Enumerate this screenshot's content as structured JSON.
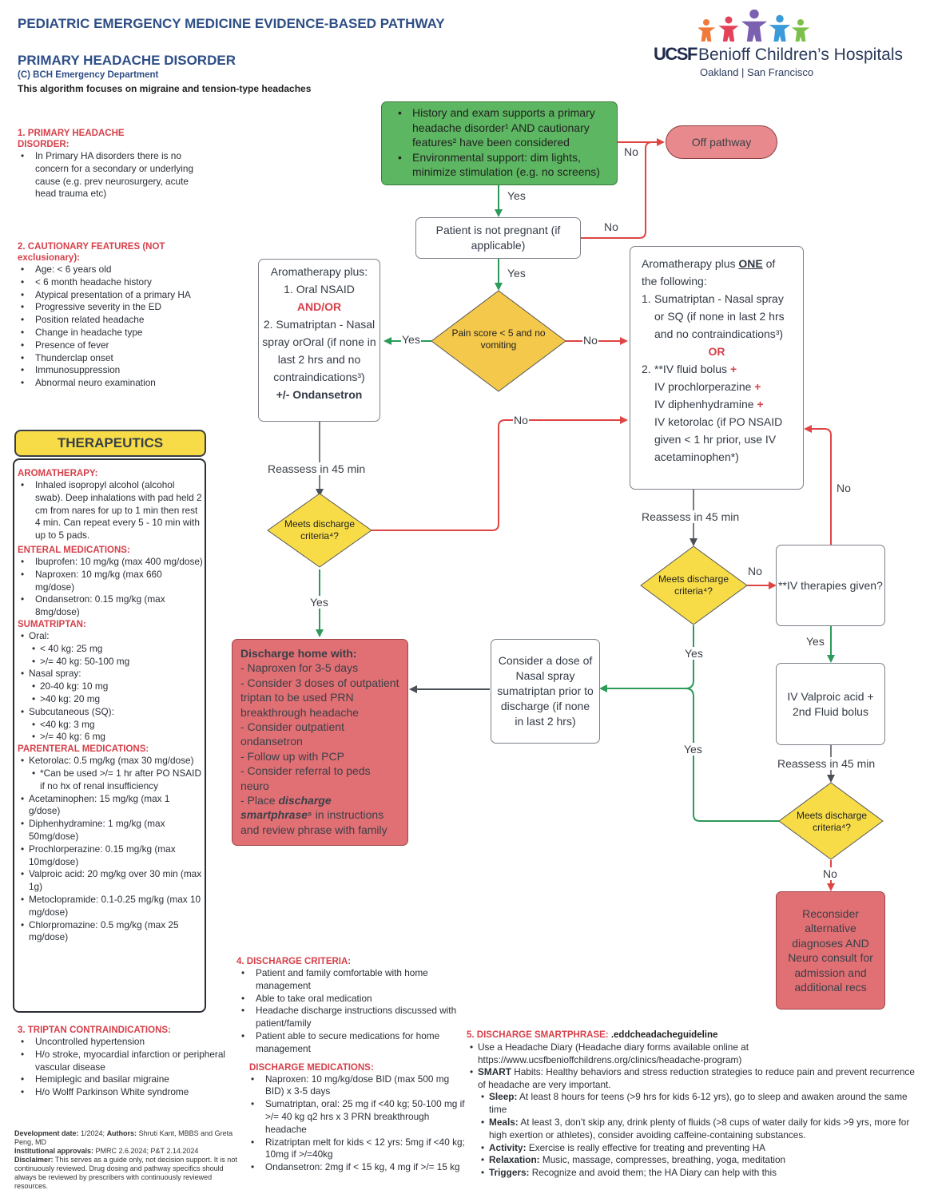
{
  "header": {
    "title": "PEDIATRIC EMERGENCY MEDICINE EVIDENCE-BASED PATHWAY",
    "subtitle": "PRIMARY HEADACHE DISORDER",
    "department": "(C) BCH Emergency Department",
    "focus": "This algorithm focuses on migraine and tension-type headaches"
  },
  "logo": {
    "ucsf": "UCSF",
    "name": "Benioff Children’s Hospitals",
    "locations": "Oakland | San Francisco",
    "figure_colors": [
      "#ef7a3b",
      "#e2435a",
      "#7b5fb0",
      "#3b9ad8",
      "#7cc04b"
    ]
  },
  "colors": {
    "heading_blue": "#2e4e86",
    "section_red": "#d6404a",
    "start_green": "#5db661",
    "decision_yellow": "#f7dc48",
    "decision_gold": "#f4c84a",
    "end_red": "#e17075",
    "off_pathway": "#e88a8d",
    "yes_arrow": "#2b9a5a",
    "no_arrow": "#df4545",
    "neutral_arrow": "#4a4f58"
  },
  "left": {
    "s1": {
      "heading": "1. PRIMARY HEADACHE DISORDER:",
      "items": [
        "In Primary HA disorders there is no concern for a secondary or underlying cause (e.g. prev neurosurgery, acute head trauma etc)"
      ]
    },
    "s2": {
      "heading": "2. CAUTIONARY FEATURES (NOT exclusionary):",
      "items": [
        "Age: < 6 years old",
        "< 6 month headache history",
        "Atypical presentation of a primary HA",
        "Progressive severity in the ED",
        "Position related headache",
        "Change in headache type",
        "Presence of fever",
        "Thunderclap onset",
        "Immunosuppression",
        "Abnormal neuro examination"
      ]
    },
    "therapeutics": {
      "title": "THERAPEUTICS",
      "aroma_heading": "AROMATHERAPY:",
      "aroma_items": [
        "Inhaled isopropyl alcohol (alcohol swab). Deep inhalations with pad held 2 cm from nares for up to 1 min then rest 4 min. Can repeat every 5 - 10 min with up to 5 pads."
      ],
      "enteral_heading": "ENTERAL MEDICATIONS:",
      "enteral_items": [
        "Ibuprofen: 10 mg/kg (max 400 mg/dose)",
        "Naproxen: 10 mg/kg (max 660 mg/dose)",
        "Ondansetron: 0.15 mg/kg (max 8mg/dose)"
      ],
      "suma_heading": "SUMATRIPTAN:",
      "suma": [
        {
          "label": "Oral:",
          "sub": [
            "< 40 kg: 25 mg",
            ">/= 40 kg: 50-100 mg"
          ]
        },
        {
          "label": "Nasal spray:",
          "sub": [
            "20-40 kg: 10 mg",
            ">40 kg: 20 mg"
          ]
        },
        {
          "label": "Subcutaneous (SQ):",
          "sub": [
            "<40 kg: 3 mg",
            ">/= 40 kg: 6 mg"
          ]
        }
      ],
      "parenteral_heading": "PARENTERAL MEDICATIONS:",
      "parenteral_items": [
        "Ketorolac: 0.5 mg/kg (max 30 mg/dose)",
        "Acetaminophen: 15 mg/kg (max 1 g/dose)",
        "Diphenhydramine: 1 mg/kg (max 50mg/dose)",
        "Prochlorperazine: 0.15 mg/kg (max 10mg/dose)",
        "Valproic acid: 20 mg/kg over 30 min (max 1g)",
        "Metoclopramide: 0.1-0.25 mg/kg (max 10 mg/dose)",
        "Chlorpromazine: 0.5 mg/kg (max 25 mg/dose)"
      ],
      "ketorolac_note": "*Can be used >/= 1 hr after PO NSAID if no hx of renal insufficiency"
    },
    "s3": {
      "heading": "3. TRIPTAN CONTRAINDICATIONS:",
      "items": [
        "Uncontrolled hypertension",
        "H/o stroke, myocardial infarction or peripheral vascular disease",
        "Hemiplegic and basilar migraine",
        "H/o Wolff Parkinson White syndrome"
      ]
    },
    "footer": {
      "dev_label": "Development date:",
      "dev_value": " 1/2024; ",
      "authors_label": "Authors:",
      "authors_value": " Shruti Kant, MBBS and Greta Peng, MD",
      "approvals_label": "Institutional approvals:",
      "approvals_value": " PMRC 2.6.2024; P&T 2.14.2024",
      "disclaimer_label": "Disclaimer:",
      "disclaimer_value": " This serves as a guide only, not decision support. It is not continuously reviewed. Drug dosing and pathway specifics should always be reviewed by prescribers with continuously reviewed resources."
    }
  },
  "flow": {
    "start": {
      "items": [
        "History and exam supports a primary headache disorder¹ AND cautionary features² have been considered",
        "Environmental support: dim lights, minimize stimulation (e.g. no screens)"
      ]
    },
    "off_pathway": "Off pathway",
    "not_pregnant": "Patient is not pregnant (if applicable)",
    "pain_decision": "Pain score < 5 and no vomiting",
    "mild": {
      "l1": "Aromatherapy plus:",
      "l2": "1. Oral NSAID",
      "l3": "AND/OR",
      "l4": "2. Sumatriptan - Nasal spray orOral (if none in last 2 hrs and no contraindications³)",
      "l5": "+/- Ondansetron"
    },
    "severe": {
      "intro_a": "Aromatherapy plus ",
      "intro_b": "ONE",
      "intro_c": " of the following:",
      "opt1_num": "1.",
      "opt1": "Sumatriptan - Nasal spray or SQ (if none in last 2 hrs and no contraindications³)",
      "or": "OR",
      "opt2_num": "2.",
      "opt2_lines": [
        "**IV fluid bolus",
        "IV prochlorperazine",
        "IV diphenhydramine",
        "IV ketorolac (if PO NSAID given < 1 hr prior, use IV acetaminophen*)"
      ],
      "plus": "+"
    },
    "reassess": "Reassess in 45 min",
    "meets_criteria": "Meets discharge criteria⁴?",
    "iv_given": "**IV therapies given?",
    "valproic": "IV Valproic acid + 2nd Fluid bolus",
    "consider_dose": "Consider a dose of Nasal spray sumatriptan prior to discharge (if none in last 2 hrs)",
    "discharge": {
      "title": "Discharge home with:",
      "lines": [
        "- Naproxen for 3-5 days",
        "- Consider 3 doses of outpatient triptan to be used PRN breakthrough headache",
        "- Consider outpatient ondansetron",
        "- Follow up with PCP",
        "- Consider referral to peds neuro"
      ],
      "place_a": "- Place ",
      "place_b": "discharge smartphrase⁵",
      "place_c": " in instructions and review phrase with family"
    },
    "reconsider": "Reconsider alternative diagnoses AND Neuro consult for admission and additional recs",
    "yes": "Yes",
    "no": "No"
  },
  "s4": {
    "heading": "4. DISCHARGE CRITERIA:",
    "items": [
      "Patient and family comfortable with home management",
      "Able to take oral medication",
      "Headache discharge instructions discussed with patient/family",
      "Patient able to secure medications for home management"
    ],
    "meds_heading": "DISCHARGE MEDICATIONS:",
    "meds": [
      "Naproxen: 10 mg/kg/dose BID (max 500 mg BID) x 3-5 days",
      "Sumatriptan, oral: 25 mg if <40 kg; 50-100 mg if >/= 40 kg q2 hrs x 3 PRN breakthrough headache",
      "Rizatriptan melt for kids < 12 yrs: 5mg if <40 kg; 10mg if >/=40kg",
      "Ondansetron: 2mg if < 15 kg, 4 mg if >/= 15 kg"
    ]
  },
  "s5": {
    "heading": "5. DISCHARGE SMARTPHRASE:",
    "phrase": " .eddcheadacheguideline",
    "diary": "Use a Headache Diary (Headache diary forms available online at https://www.ucsfbenioffchildrens.org/clinics/headache-program)",
    "smart_label": "SMART",
    "smart_text": " Habits: Healthy behaviors and stress reduction strategies to reduce pain and prevent recurrence of headache are very important.",
    "habits": [
      {
        "label": "Sleep:",
        "text": " At least 8 hours for teens (>9 hrs for kids 6-12 yrs), go to sleep and awaken around the same time"
      },
      {
        "label": "Meals:",
        "text": " At least 3, don’t skip any, drink plenty of fluids (>8 cups of water daily for kids >9 yrs, more for high exertion or athletes), consider avoiding caffeine-containing substances."
      },
      {
        "label": "Activity:",
        "text": " Exercise is really effective for treating and preventing HA"
      },
      {
        "label": "Relaxation:",
        "text": " Music, massage, compresses, breathing, yoga, meditation"
      },
      {
        "label": "Triggers:",
        "text": " Recognize and avoid them; the HA Diary can help with this"
      }
    ]
  }
}
